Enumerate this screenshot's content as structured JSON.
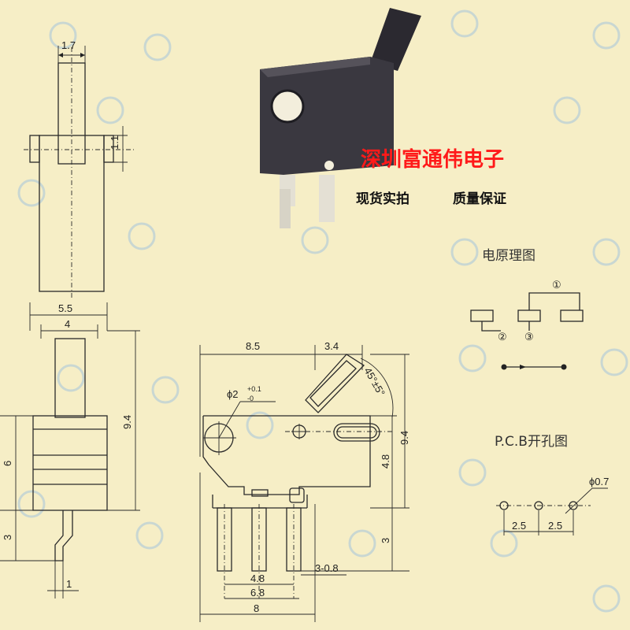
{
  "banner": {
    "company": "深圳富通伟电子",
    "slogan_left": "现货实拍",
    "slogan_right": "质量保证"
  },
  "schematic": {
    "title": "电原理图",
    "pin_labels": [
      "①",
      "②",
      "③"
    ]
  },
  "pcb": {
    "title": "P.C.B开孔图",
    "hole_dia": "ϕ0.7",
    "pitch_1": "2.5",
    "pitch_2": "2.5"
  },
  "top_view": {
    "width": "1.7",
    "thickness": "1.1"
  },
  "side_view": {
    "overall_width": "5.5",
    "body_width": "4",
    "height": "9.4",
    "lower_height": "6",
    "pin_length": "3",
    "pin_width": "1"
  },
  "front_view": {
    "body_length": "8.5",
    "lever_offset": "3.4",
    "lever_angle": "45°±5°",
    "hole_dia_prefix": "ϕ2",
    "hole_tol_plus": "+0.1",
    "hole_tol_minus": "-0",
    "height": "9.4",
    "mid_height": "4.8",
    "pin_length": "3",
    "pin_width": "3-0.8",
    "pitch_48": "4.8",
    "pitch_68": "6.8",
    "overall_8": "8"
  },
  "colors": {
    "background": "#f6eec6",
    "banner_red": "#ff1a1a",
    "line": "#2a2a2a",
    "watermark": "#c9d7d2"
  }
}
